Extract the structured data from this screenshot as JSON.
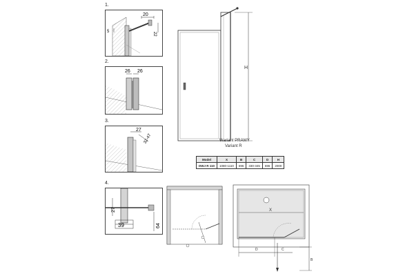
{
  "steps": [
    {
      "number": "1.",
      "dims": [
        "20",
        "5",
        "22"
      ]
    },
    {
      "number": "2.",
      "dims": [
        "26",
        "26"
      ]
    },
    {
      "number": "3.",
      "dims": [
        "27",
        "32-47"
      ]
    },
    {
      "number": "4.",
      "dims": [
        "27",
        "39",
        "64"
      ]
    }
  ],
  "main": {
    "height_label": "H"
  },
  "variant": {
    "line1": "Wariant PRAWY",
    "line2": "Variant R"
  },
  "table": {
    "headers": [
      "Model",
      "X",
      "B",
      "C",
      "D",
      "H"
    ],
    "rows": [
      [
        "DWJ R 110",
        "1080-1110",
        "696",
        "330-345",
        "696",
        "2000"
      ]
    ]
  },
  "plan_small": {},
  "plan_large": {
    "x_label": "X",
    "d_label": "D",
    "c_label": "C",
    "b_label": "B"
  },
  "colors": {
    "line": "#333333",
    "panel_border": "#444444",
    "metal": "#b9b9b9",
    "wall_hatch": "#999999"
  }
}
